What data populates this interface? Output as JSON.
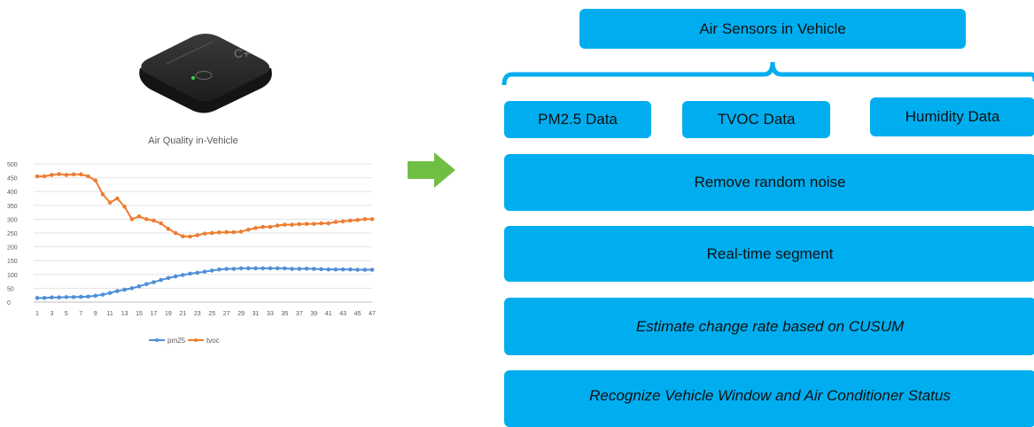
{
  "diagram": {
    "top_box": "Air Sensors in Vehicle",
    "data_boxes": [
      "PM2.5 Data",
      "TVOC Data",
      "Humidity Data"
    ],
    "steps": [
      "Remove random noise",
      "Real-time segment",
      "Estimate change rate based on CUSUM",
      "Recognize Vehicle Window and Air Conditioner Status"
    ],
    "colors": {
      "box": "#00aef0",
      "arrow": "#70bf44",
      "pm25": "#4f8fd8",
      "tvoc": "#ed7d31"
    }
  },
  "chart_data": {
    "type": "line",
    "title": "Air Quality in-Vehicle",
    "xlabel": "",
    "ylabel": "",
    "ylim": [
      0,
      500
    ],
    "yticks": [
      "0",
      "50",
      "100",
      "150",
      "200",
      "250",
      "300",
      "350",
      "400",
      "450",
      "500"
    ],
    "x": [
      1,
      2,
      3,
      4,
      5,
      6,
      7,
      8,
      9,
      10,
      11,
      12,
      13,
      14,
      15,
      16,
      17,
      18,
      19,
      20,
      21,
      22,
      23,
      24,
      25,
      26,
      27,
      28,
      29,
      30,
      31,
      32,
      33,
      34,
      35,
      36,
      37,
      38,
      39,
      40,
      41,
      42,
      43,
      44,
      45,
      46,
      47
    ],
    "x_tick_labels": [
      "1",
      "3",
      "5",
      "7",
      "9",
      "11",
      "13",
      "15",
      "17",
      "19",
      "21",
      "23",
      "25",
      "27",
      "29",
      "31",
      "33",
      "35",
      "37",
      "39",
      "41",
      "43",
      "45",
      "47"
    ],
    "series": [
      {
        "name": "pm25",
        "values": [
          15,
          15,
          17,
          17,
          18,
          18,
          19,
          20,
          23,
          27,
          33,
          40,
          45,
          50,
          57,
          65,
          72,
          80,
          87,
          93,
          98,
          103,
          106,
          110,
          114,
          118,
          120,
          120,
          122,
          122,
          122,
          122,
          122,
          122,
          122,
          120,
          120,
          121,
          120,
          119,
          118,
          118,
          118,
          118,
          117,
          117,
          117
        ]
      },
      {
        "name": "tvoc",
        "values": [
          455,
          455,
          460,
          463,
          460,
          462,
          462,
          455,
          440,
          390,
          360,
          375,
          345,
          300,
          310,
          300,
          295,
          285,
          265,
          250,
          238,
          237,
          242,
          248,
          250,
          252,
          253,
          253,
          255,
          262,
          268,
          272,
          272,
          277,
          280,
          280,
          282,
          283,
          283,
          285,
          285,
          290,
          292,
          295,
          297,
          300,
          300
        ]
      }
    ],
    "legend": "bottom",
    "grid": true
  }
}
